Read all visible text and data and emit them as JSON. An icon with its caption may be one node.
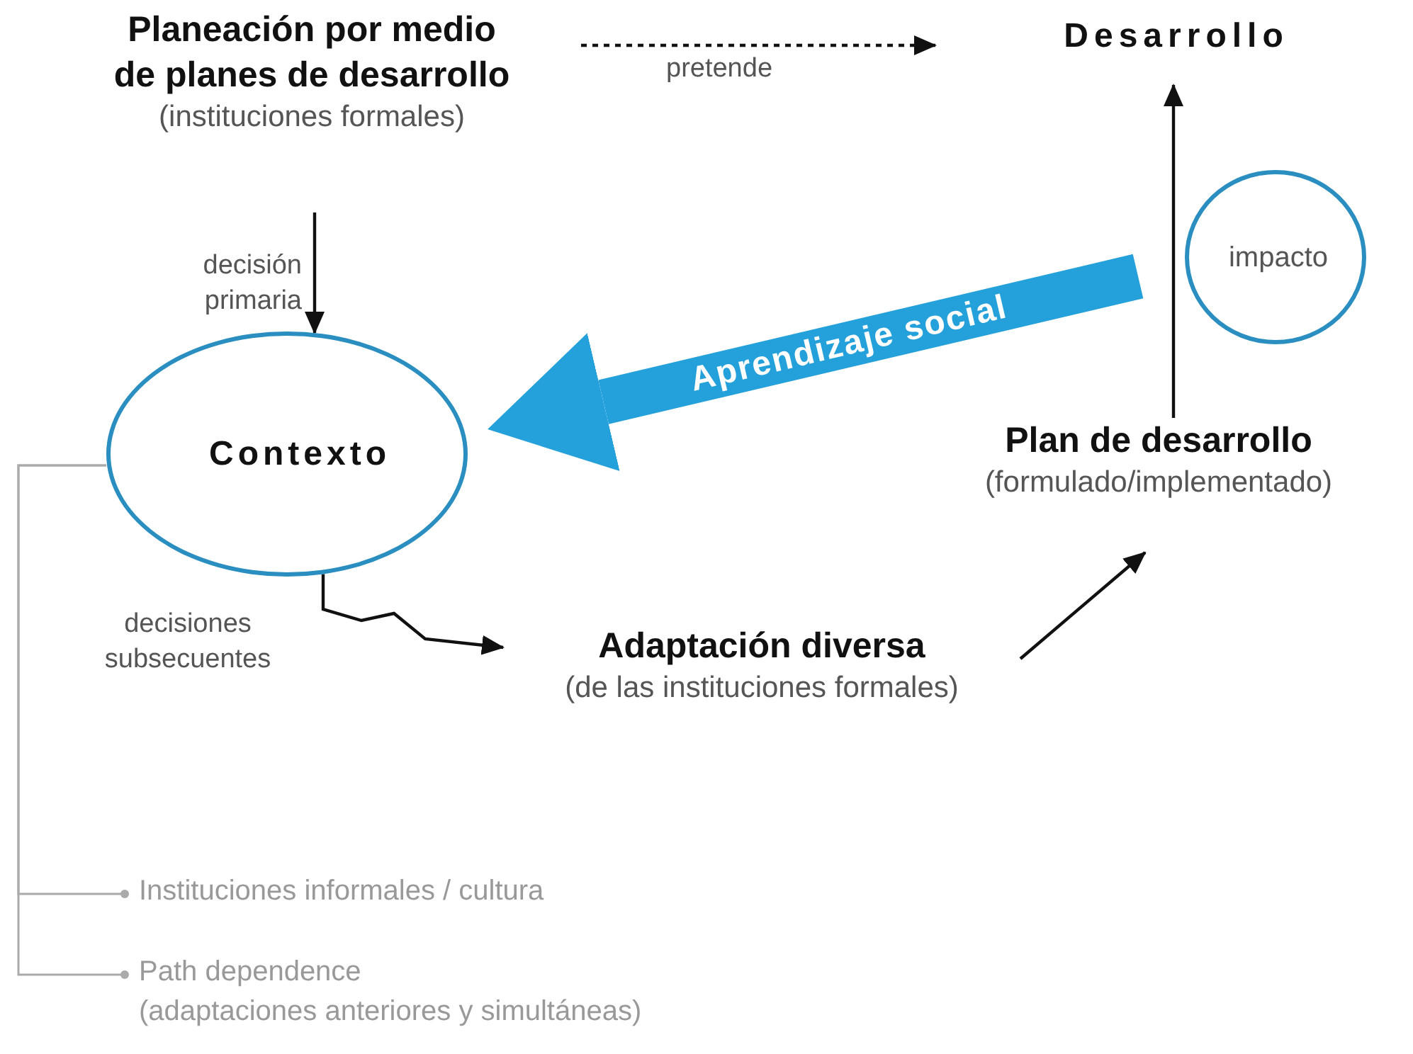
{
  "diagram": {
    "nodes": [
      {
        "text": [
          "Planeación por medio de planes de desarrollo",
          "(instituciones formales)"
        ]
      },
      {
        "text": [
          "Desarrollo"
        ]
      },
      {
        "text": [
          "Contexto"
        ]
      },
      {
        "text": [
          "Adaptación diversa",
          "(de las instituciones formales)"
        ]
      },
      {
        "text": [
          "Plan de desarrollo",
          "(formulado/implementado)"
        ]
      },
      {
        "text": [
          "impacto"
        ]
      },
      {
        "text": [
          "Instituciones informales / cultura"
        ]
      },
      {
        "text": [
          "Path dependence",
          "(adaptaciones anteriores y simultáneas)"
        ]
      }
    ],
    "edges": [
      {
        "from": 0,
        "to": 1,
        "arrow": "to",
        "label": "pretende",
        "style": "dashed"
      },
      {
        "from": 0,
        "to": 2,
        "arrow": "to",
        "label": "decisión primaria"
      },
      {
        "from": 2,
        "to": 3,
        "arrow": "to",
        "label": "decisiones subsecuentes"
      },
      {
        "from": 3,
        "to": 4,
        "arrow": "to"
      },
      {
        "from": 4,
        "to": 1,
        "arrow": "to"
      },
      {
        "from": 5,
        "to": 2,
        "arrow": "to",
        "label": "Aprendizaje social",
        "style": "thick",
        "color": "#24a0db"
      },
      {
        "from": 2,
        "to": 6,
        "arrow": "other",
        "color": "#aaaaaa"
      },
      {
        "from": 2,
        "to": 7,
        "arrow": "other",
        "color": "#aaaaaa"
      }
    ]
  }
}
